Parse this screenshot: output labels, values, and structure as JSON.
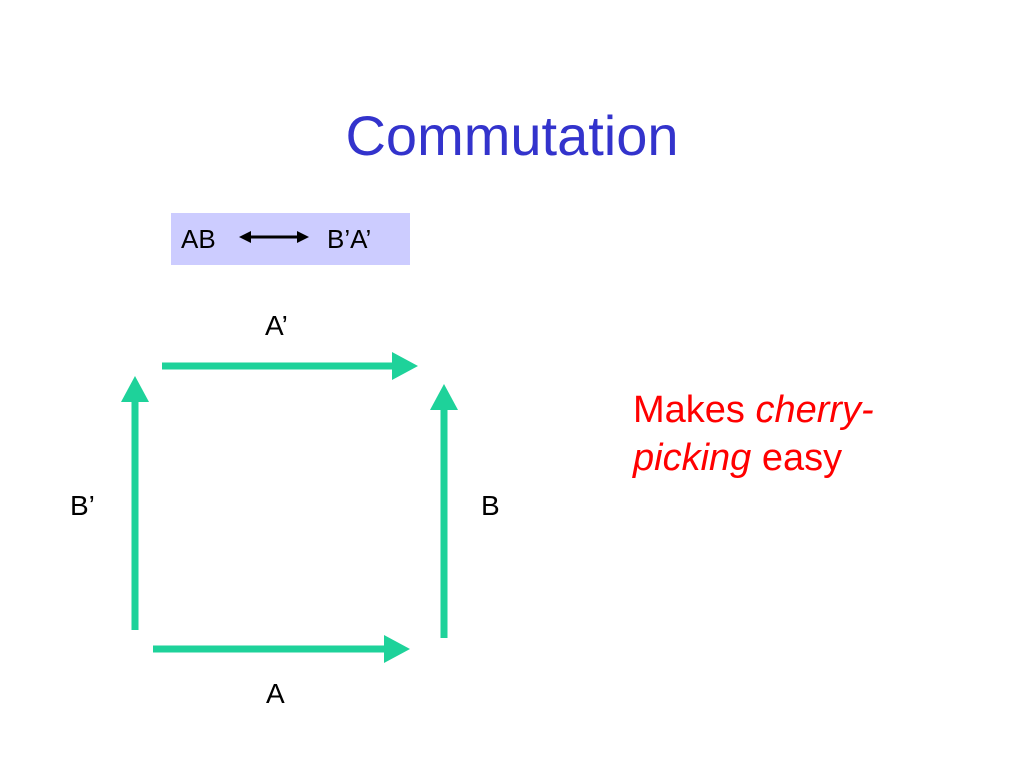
{
  "slide": {
    "title": "Commutation"
  },
  "equation": {
    "left": "AB",
    "right": "B’A’",
    "arrow_icon": "double-arrow-icon"
  },
  "diagram": {
    "label_top": "A’",
    "label_bottom": "A",
    "label_left": "B’",
    "label_right": "B",
    "arrow_color": "#1ed29a"
  },
  "note": {
    "word1": "Makes ",
    "emphasis": "cherry-picking",
    "word2": " easy"
  },
  "colors": {
    "title": "#3333cc",
    "box_background": "#ccccff",
    "note_text": "#ff0000"
  }
}
